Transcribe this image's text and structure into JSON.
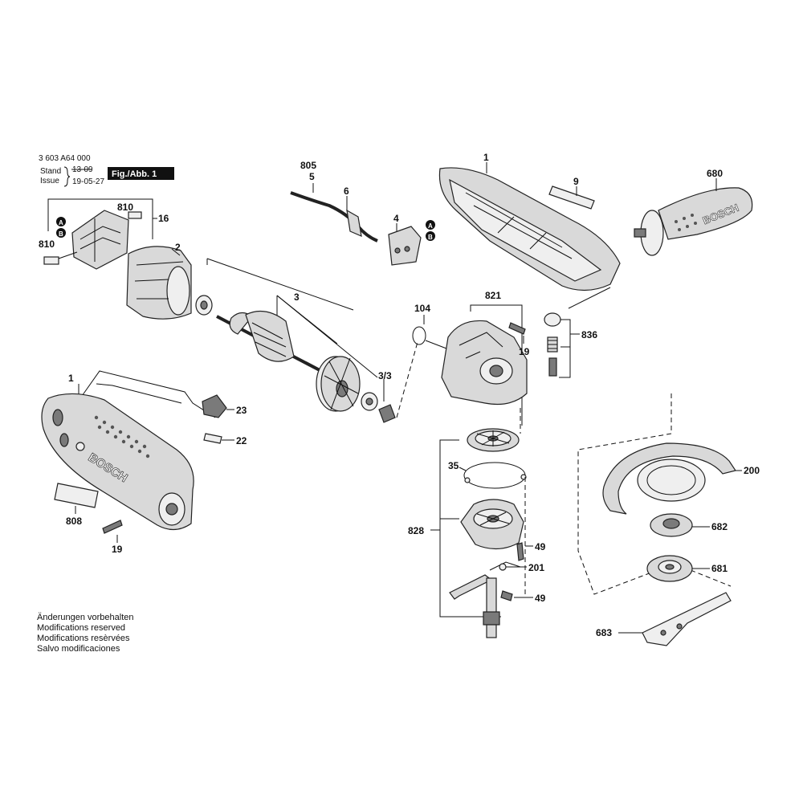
{
  "header": {
    "doc_number": "3 603 A64 000",
    "stand_label": "Stand",
    "issue_label": "Issue",
    "stand_value": "13-09",
    "issue_value": "19-05-27",
    "figure_label": "Fig./Abb. 1"
  },
  "brand": {
    "housing": "BOSCH",
    "handle": "BOSCH"
  },
  "callouts": {
    "c805": "805",
    "c5": "5",
    "c6": "6",
    "c4": "4",
    "c1_top": "1",
    "c9": "9",
    "c680": "680",
    "c810_a": "810",
    "c16": "16",
    "c810_b": "810",
    "c2": "2",
    "c3": "3",
    "c104": "104",
    "c821": "821",
    "c19_a": "19",
    "c836": "836",
    "c3_3": "3/3",
    "c1_left": "1",
    "c23": "23",
    "c22": "22",
    "c808": "808",
    "c19_b": "19",
    "c35": "35",
    "c828": "828",
    "c49_a": "49",
    "c201": "201",
    "c49_b": "49",
    "c200": "200",
    "c682": "682",
    "c681": "681",
    "c683": "683"
  },
  "markers": {
    "a": "A",
    "b": "B"
  },
  "notes": [
    "Änderungen vorbehalten",
    "Modifications reserved",
    "Modifications resèrvées",
    "Salvo modificaciones"
  ]
}
